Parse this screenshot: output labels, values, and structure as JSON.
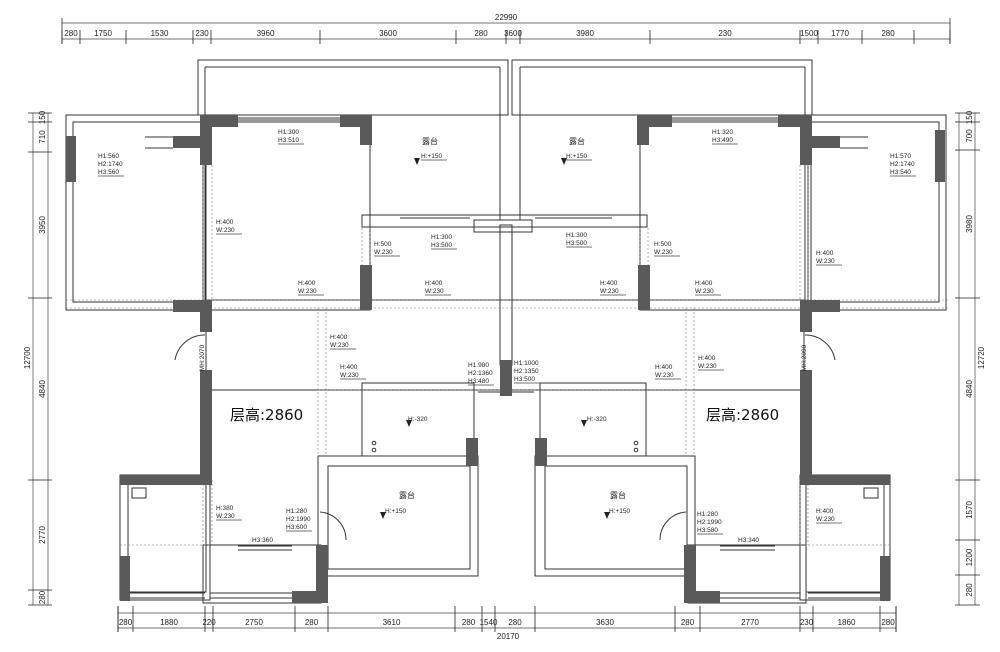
{
  "dims_top_total": "22990",
  "dims_top": [
    "280",
    "1750",
    "1530",
    "230",
    "3960",
    "3600",
    "280",
    "3600",
    "3980",
    "230",
    "1500",
    "1770",
    "280"
  ],
  "dims_bottom_total": "20170",
  "dims_bottom": [
    "280",
    "1880",
    "220",
    "2750",
    "280",
    "3610",
    "280",
    "1540",
    "280",
    "3630",
    "280",
    "2770",
    "230",
    "1860",
    "280"
  ],
  "dims_left_total": "12700",
  "dims_left": [
    "150",
    "710",
    "3950",
    "4840",
    "2770",
    "280"
  ],
  "dims_right_total": "12720",
  "dims_right": [
    "150",
    "700",
    "3980",
    "4840",
    "1570",
    "1200",
    "280"
  ],
  "rooms": {
    "balcony_tl": "露台",
    "balcony_tr": "露台",
    "balcony_bl": "露台",
    "balcony_br": "露台"
  },
  "floor_height_label": "层高:2860",
  "notes": {
    "win_top_left": [
      "H1:560",
      "H2:1740",
      "H3:560"
    ],
    "win_top_left_room": [
      "H1:300",
      "H3:510"
    ],
    "terrace_tl_level": "H:+150",
    "terrace_tr_level": "H:+150",
    "win_top_right_room": [
      "H1:320",
      "H3:490"
    ],
    "win_top_right": [
      "H1:570",
      "H2:1740",
      "H3:540"
    ],
    "beam_l1": [
      "H:400",
      "W:230"
    ],
    "beam_l2": [
      "H:500",
      "W:230"
    ],
    "door_center_l": [
      "H1:300",
      "H3:500"
    ],
    "door_center_r": [
      "H1:300",
      "H3:500"
    ],
    "beam_r2": [
      "H:500",
      "W:230"
    ],
    "beam_r1": [
      "H:400",
      "W:230"
    ],
    "beam_l3": [
      "H:400",
      "W:230"
    ],
    "beam_l4": [
      "H:400",
      "W:230"
    ],
    "beam_r3": [
      "H:400",
      "W:230"
    ],
    "beam_r4": [
      "H:400",
      "W:230"
    ],
    "beam_l5": [
      "H:400",
      "W:230"
    ],
    "beam_l6": [
      "H:400",
      "W:230"
    ],
    "center_l": [
      "H1:980",
      "H2:1360",
      "H3:480"
    ],
    "center_r": [
      "H1:1000",
      "H2:1350",
      "H3:500"
    ],
    "beam_r5": [
      "H:400",
      "W:230"
    ],
    "beam_r6": [
      "H:400",
      "W:230"
    ],
    "bath_l": "H:-320",
    "bath_r": "H:-320",
    "door_l_side": "MH:2070",
    "door_r_side": "MH:2090",
    "beam_l7": [
      "H:380",
      "W:230"
    ],
    "win_l_bottom": [
      "H1:280",
      "H2:1990",
      "H3:600"
    ],
    "win_l_bottom_h3": "H3:360",
    "terrace_bl_level": "H:+150",
    "terrace_br_level": "H:+150",
    "win_r_bottom": [
      "H1:280",
      "H2:1990",
      "H3:580"
    ],
    "win_r_bottom_h3": "H3:340",
    "beam_r7": [
      "H:400",
      "W:230"
    ]
  }
}
